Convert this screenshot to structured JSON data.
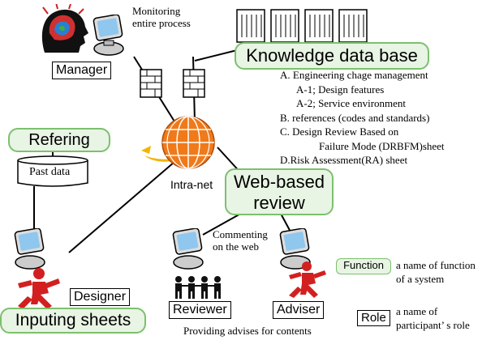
{
  "manager": {
    "label": "Manager",
    "monitoring_text": [
      "Monitoring",
      "entire process"
    ]
  },
  "knowledge_base": {
    "title": "Knowledge data base",
    "items": [
      "A. Engineering chage management",
      "A-1; Design features",
      "A-2; Service environment",
      "B. references (codes and standards)",
      "C. Design Review Based on",
      "Failure Mode (DRBFM)sheet",
      "D.Risk Assessment(RA) sheet"
    ]
  },
  "refering": {
    "title": "Refering",
    "past_data": "Past data"
  },
  "intranet": {
    "label": "Intra-net"
  },
  "web_review": {
    "title": [
      "Web-based",
      "review"
    ],
    "commenting": [
      "Commenting",
      "on the web"
    ]
  },
  "designer": {
    "label": "Designer",
    "function_label": "Inputing sheets"
  },
  "reviewer": {
    "label": "Reviewer"
  },
  "adviser": {
    "label": "Adviser",
    "note": "Providing advises for contents"
  },
  "legend": {
    "function_sample": "Function",
    "function_desc": [
      "a name of function",
      "of a  system"
    ],
    "role_sample": "Role",
    "role_desc": [
      "a name of",
      "participant’ s role"
    ]
  },
  "colors": {
    "label_fill": "#e8f4e4",
    "label_border": "#7cc06d",
    "globe": "#f07a1a",
    "monitor": "#8fc7ee",
    "runner": "#d22020"
  }
}
